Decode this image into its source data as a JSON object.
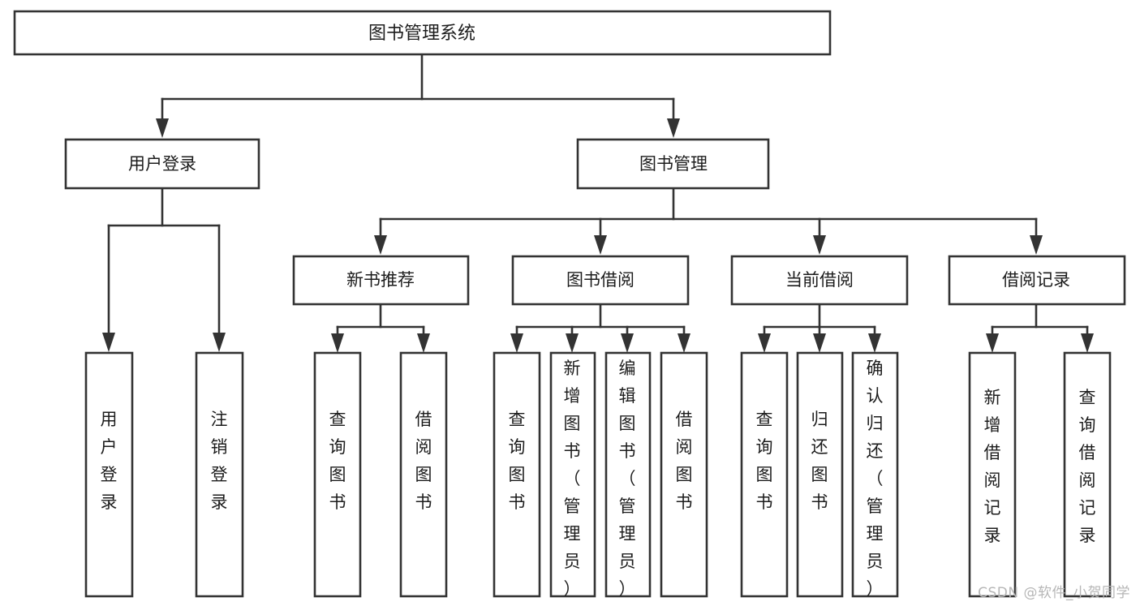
{
  "page": {
    "background": "#ffffff",
    "stroke_color": "#333333",
    "text_color": "#1c1c1c",
    "watermark": "CSDN @软件_小贺同学"
  },
  "diagram": {
    "type": "tree-hierarchy-chart",
    "title": "图书管理系统",
    "orientation": "top-down"
  },
  "root": {
    "label": "图书管理系统",
    "id": "root-system"
  },
  "level2": [
    {
      "id": "user-login",
      "label": "用户登录"
    },
    {
      "id": "book-management",
      "label": "图书管理"
    }
  ],
  "level3": [
    {
      "id": "new-book-recommend",
      "label": "新书推荐",
      "parent": "book-management"
    },
    {
      "id": "book-borrow",
      "label": "图书借阅",
      "parent": "book-management"
    },
    {
      "id": "current-borrow",
      "label": "当前借阅",
      "parent": "book-management"
    },
    {
      "id": "borrow-record",
      "label": "借阅记录",
      "parent": "book-management"
    }
  ],
  "leaves": {
    "user-login": [
      {
        "id": "leaf-user-login",
        "label": "用户登录"
      },
      {
        "id": "leaf-logout-login",
        "label": "注销登录"
      }
    ],
    "new-book-recommend": [
      {
        "id": "leaf-query-book-1",
        "label": "查询图书"
      },
      {
        "id": "leaf-borrow-book-1",
        "label": "借阅图书"
      }
    ],
    "book-borrow": [
      {
        "id": "leaf-query-book-2",
        "label": "查询图书"
      },
      {
        "id": "leaf-add-book",
        "label": "新增图书（管理员）"
      },
      {
        "id": "leaf-edit-book",
        "label": "编辑图书（管理员）"
      },
      {
        "id": "leaf-borrow-book-2",
        "label": "借阅图书"
      }
    ],
    "current-borrow": [
      {
        "id": "leaf-query-book-3",
        "label": "查询图书"
      },
      {
        "id": "leaf-return-book",
        "label": "归还图书"
      },
      {
        "id": "leaf-confirm-return",
        "label": "确认归还（管理员）"
      }
    ],
    "borrow-record": [
      {
        "id": "leaf-add-record",
        "label": "新增借阅记录"
      },
      {
        "id": "leaf-query-record",
        "label": "查询借阅记录"
      }
    ]
  },
  "chart_data": {
    "type": "table",
    "title": "图书管理系统",
    "nodes_by_level": [
      [
        "图书管理系统"
      ],
      [
        "用户登录",
        "图书管理"
      ],
      [
        "新书推荐",
        "图书借阅",
        "当前借阅",
        "借阅记录"
      ],
      [
        "用户登录",
        "注销登录",
        "查询图书",
        "借阅图书",
        "查询图书",
        "新增图书（管理员）",
        "编辑图书（管理员）",
        "借阅图书",
        "查询图书",
        "归还图书",
        "确认归还（管理员）",
        "新增借阅记录",
        "查询借阅记录"
      ]
    ],
    "edges": [
      [
        "图书管理系统",
        "用户登录"
      ],
      [
        "图书管理系统",
        "图书管理"
      ],
      [
        "用户登录",
        "用户登录"
      ],
      [
        "用户登录",
        "注销登录"
      ],
      [
        "图书管理",
        "新书推荐"
      ],
      [
        "图书管理",
        "图书借阅"
      ],
      [
        "图书管理",
        "当前借阅"
      ],
      [
        "图书管理",
        "借阅记录"
      ],
      [
        "新书推荐",
        "查询图书"
      ],
      [
        "新书推荐",
        "借阅图书"
      ],
      [
        "图书借阅",
        "查询图书"
      ],
      [
        "图书借阅",
        "新增图书（管理员）"
      ],
      [
        "图书借阅",
        "编辑图书（管理员）"
      ],
      [
        "图书借阅",
        "借阅图书"
      ],
      [
        "当前借阅",
        "查询图书"
      ],
      [
        "当前借阅",
        "归还图书"
      ],
      [
        "当前借阅",
        "确认归还（管理员）"
      ],
      [
        "借阅记录",
        "新增借阅记录"
      ],
      [
        "借阅记录",
        "查询借阅记录"
      ]
    ]
  }
}
